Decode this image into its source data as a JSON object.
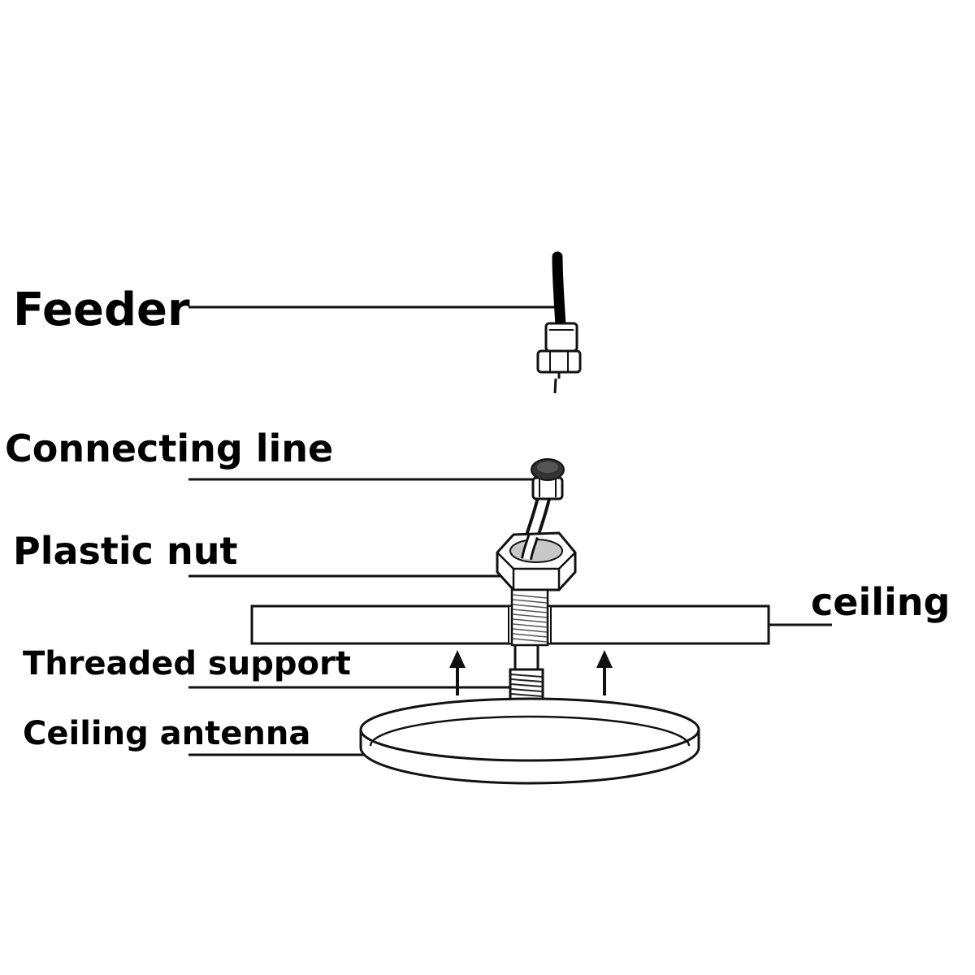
{
  "labels": {
    "feeder": "Feeder",
    "connecting_line": "Connecting line",
    "plastic_nut": "Plastic nut",
    "threaded_support": "Threaded support",
    "ceiling_antenna": "Ceiling antenna",
    "ceiling": "ceiling"
  },
  "icons": [
    "feeder-cable-icon",
    "connector-icon",
    "hex-nut-icon",
    "threaded-rod-icon",
    "up-arrow-icon",
    "antenna-disc-icon"
  ],
  "colors": {
    "line": "#111111",
    "background": "#ffffff",
    "nut_core": "#c8c8c8"
  }
}
